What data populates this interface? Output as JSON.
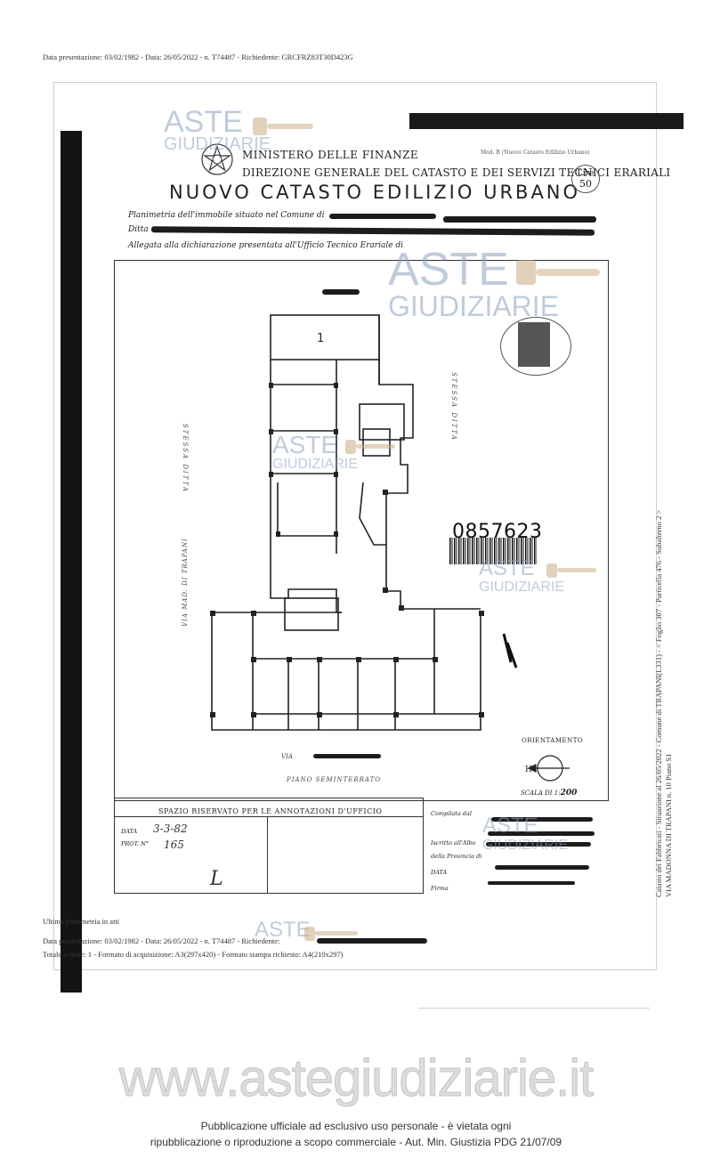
{
  "header": {
    "presentation_line": "Data presentazione: 03/02/1982 - Data: 26/05/2022 - n. T74487 - Richiedente: GRCFRZ83T30D423G"
  },
  "document": {
    "ministry": "MINISTERO DELLE FINANZE",
    "direzione": "DIREZIONE GENERALE DEL CATASTO E DEI SERVIZI TECNICI ERARIALI",
    "title": "NUOVO CATASTO EDILIZIO URBANO",
    "lire_label": "Lire",
    "lire_value": "50",
    "planimetria_label": "Planimetria dell'immobile situato nel Comune di",
    "ditta_label": "Ditta",
    "allegata_label": "Allegata alla dichiarazione presentata all'Ufficio Tecnico Erariale di"
  },
  "plan": {
    "unit_number": "1",
    "barcode_number": "0857623",
    "orientamento_label": "ORIENTAMENTO",
    "scala_label": "SCALA DI 1:",
    "scala_value": "200",
    "label_stessa_ditta_left": "STESSA DITTA",
    "label_stessa_ditta_right": "STESSA DITTA",
    "label_via": "VIA",
    "label_seminterrato": "PIANO SEMINTERRATO",
    "label_via_trapani": "VIA MAD. DI TRAPANI"
  },
  "annotations": {
    "title": "SPAZIO RISERVATO PER LE ANNOTAZIONI D'UFFICIO",
    "data_label": "DATA",
    "data_value": "3-3-82",
    "prot_label": "PROT. N°",
    "prot_value": "165",
    "compilata_label": "Compilata dal",
    "iscritto_label": "Iscritto all'Albo",
    "provincia_label": "della Provincia di",
    "data2_label": "DATA",
    "firma_label": "Firma"
  },
  "side_info": {
    "line1": "Catasto dei Fabbricati - Situazione al 26/05/2022 - Comune di TRAPANI(L331) - < Foglio 307 - Particella 476 - Subalterno 2 >",
    "line2": "VIA MADONNA DI TRAPANI n. 10 Piano S1"
  },
  "bottom": {
    "ultima_line": "Ultima planimetria in atti",
    "data_line": "Data presentazione: 03/02/1982 - Data: 26/05/2022 - n. T74487 - Richiedente:",
    "totale_line": "Totale schede: 1 - Formato di acquisizione: A3(297x420) - Formato stampa richiesto: A4(210x297)"
  },
  "watermark": {
    "aste": "ASTE",
    "giudiziarie": "GIUDIZIARIE"
  },
  "site": {
    "url": "www.astegiudiziarie.it"
  },
  "footer": {
    "line1": "Pubblicazione ufficiale ad esclusivo uso personale - è vietata ogni",
    "line2": "ripubblicazione o riproduzione a scopo commerciale - Aut. Min. Giustizia PDG 21/07/09"
  }
}
